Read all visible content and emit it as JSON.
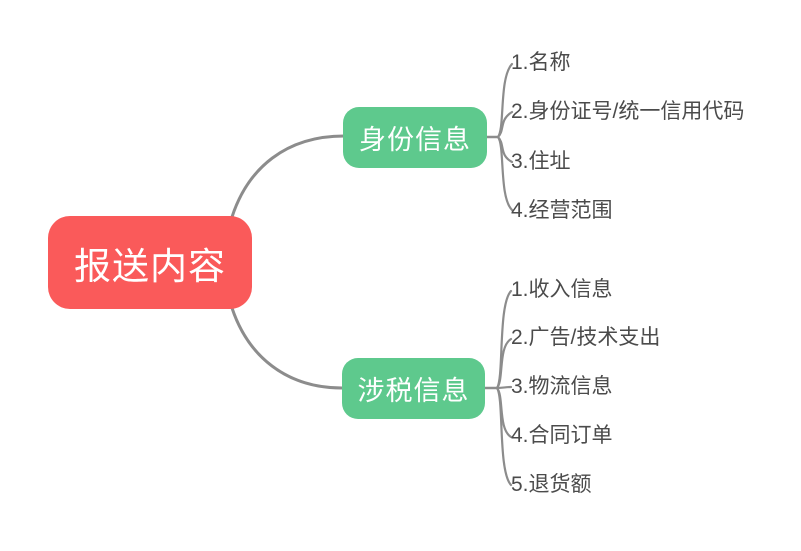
{
  "root": {
    "label": "报送内容"
  },
  "branches": [
    {
      "label": "身份信息",
      "children": [
        "1.名称",
        "2.身份证号/统一信用代码",
        "3.住址",
        "4.经营范围"
      ]
    },
    {
      "label": "涉税信息",
      "children": [
        "1.收入信息",
        "2.广告/技术支出",
        "3.物流信息",
        "4.合同订单",
        "5.退货额"
      ]
    }
  ],
  "colors": {
    "root_bg": "#FA5A5A",
    "branch_bg": "#5EC98D",
    "node_text": "#FFFFFF",
    "leaf_text": "#4B4B4B",
    "line": "#8C8C8C",
    "background": "#FFFFFF"
  }
}
